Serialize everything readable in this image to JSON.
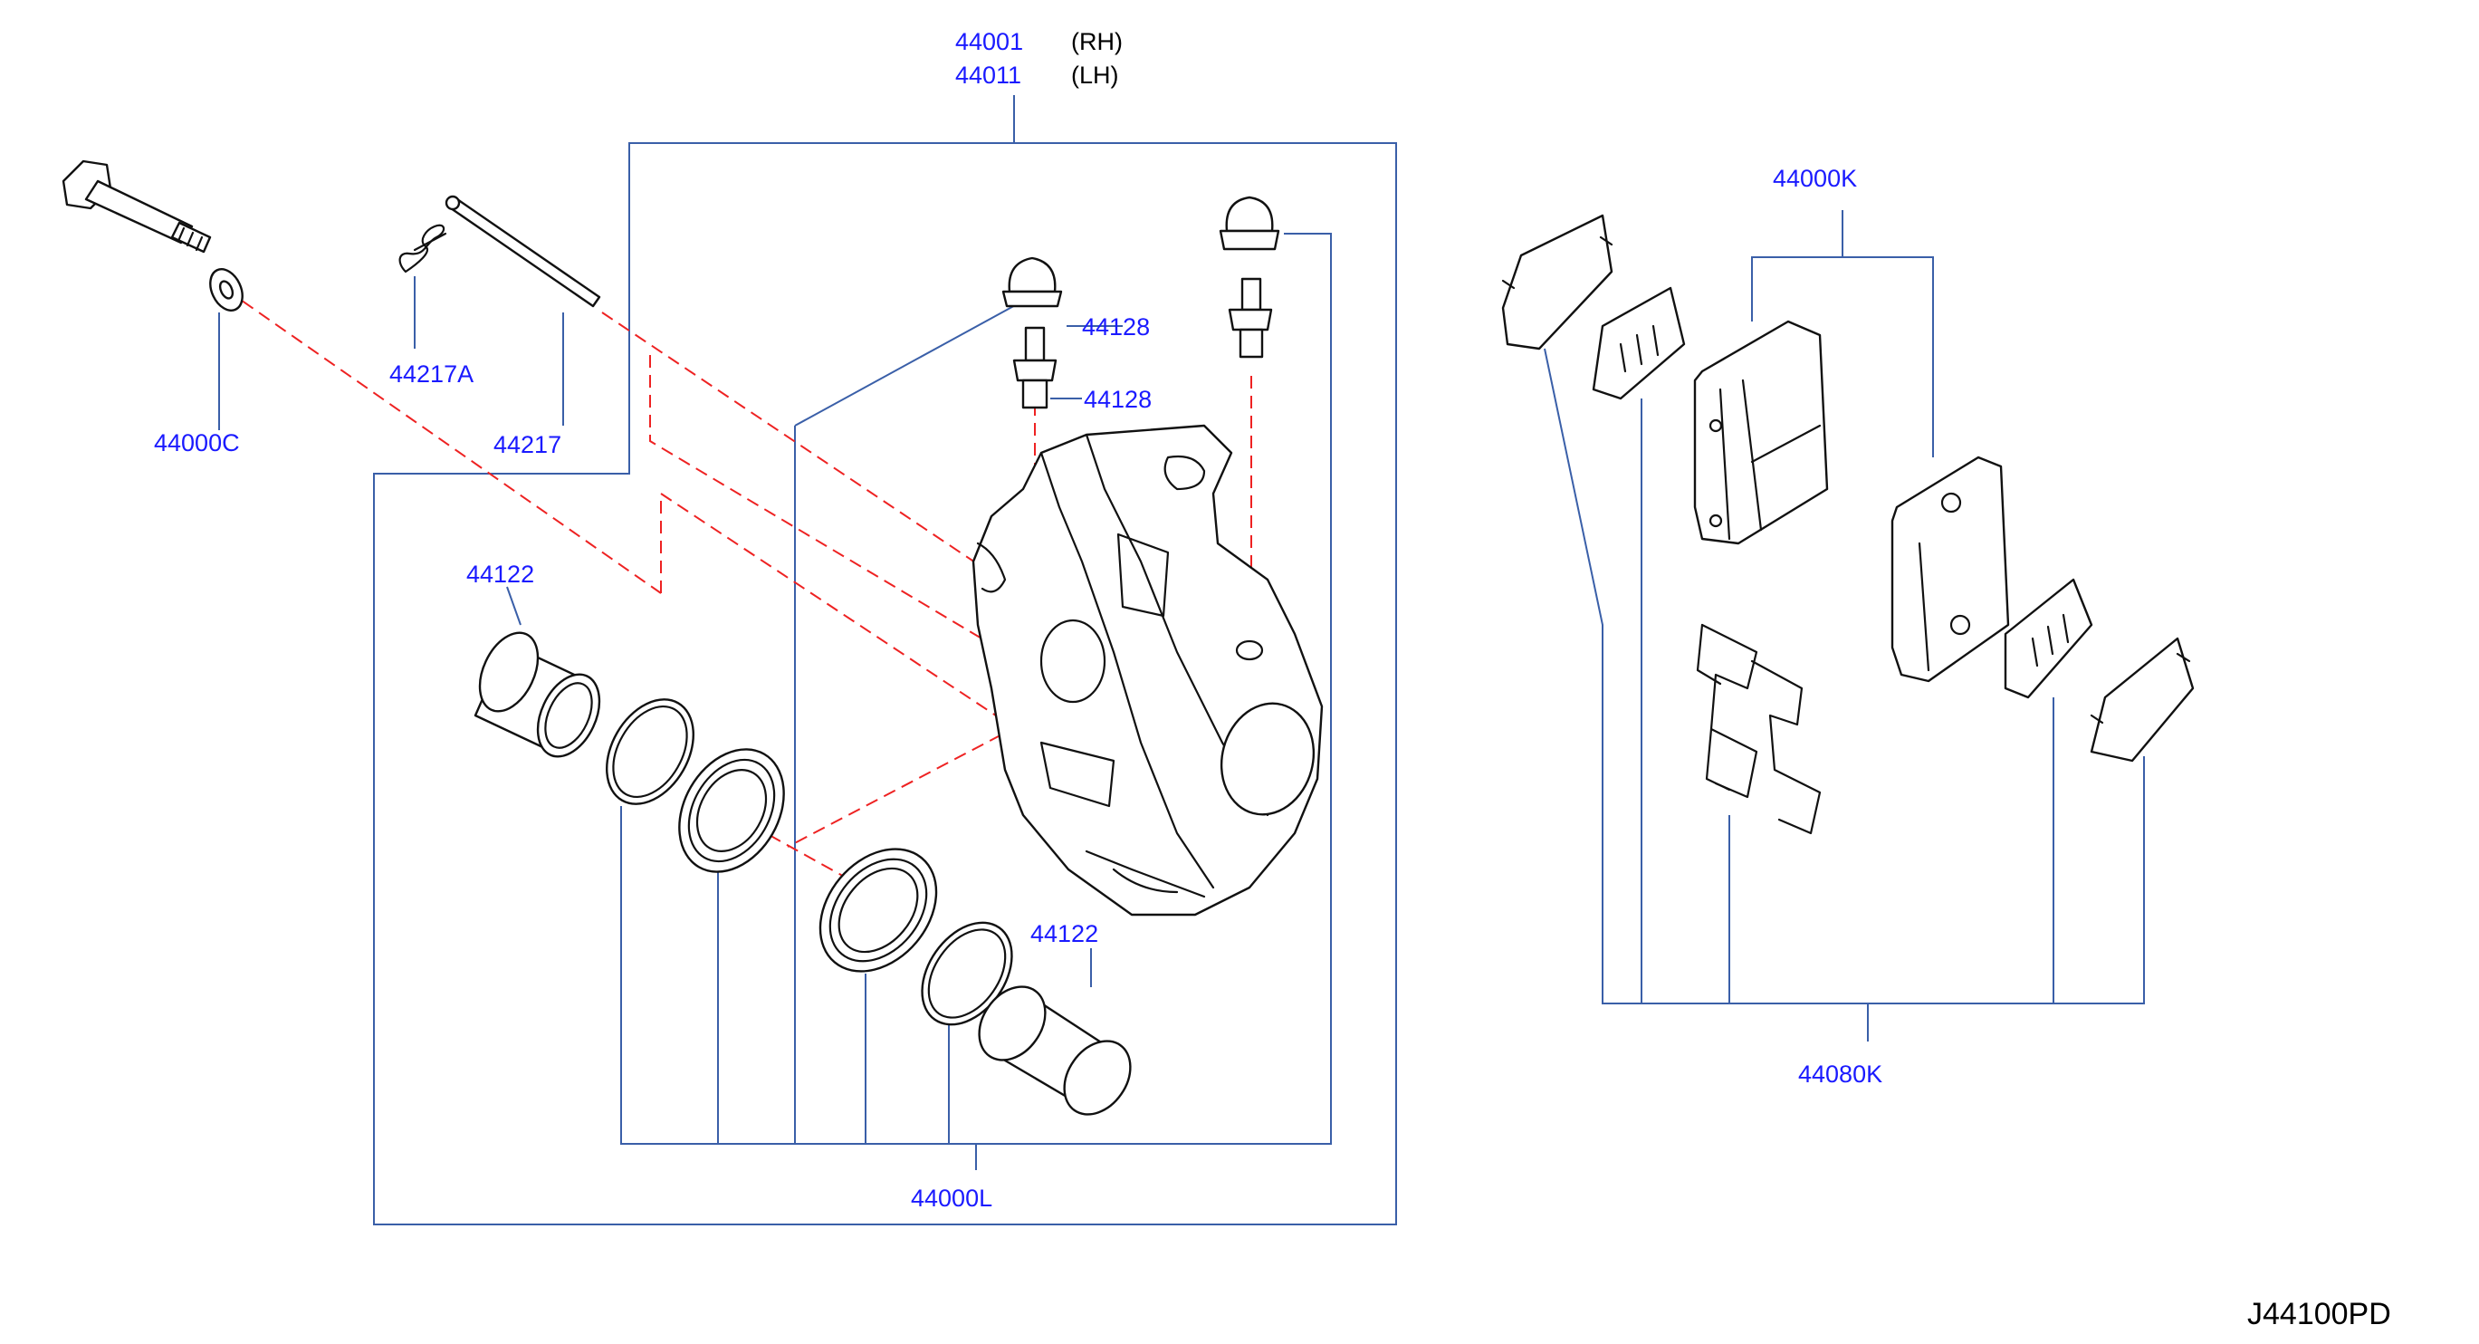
{
  "labels": {
    "p44001": "44001",
    "rh": "(RH)",
    "p44011": "44011",
    "lh": "(LH)",
    "p44000C": "44000C",
    "p44217A": "44217A",
    "p44217": "44217",
    "p44128a": "44128",
    "p44128b": "44128",
    "p44122a": "44122",
    "p44122b": "44122",
    "p44000L": "44000L",
    "p44000K": "44000K",
    "p44080K": "44080K"
  },
  "diagram_code": "J44100PD",
  "colors": {
    "part_number": "#1a1aff",
    "leader_line": "#3a5fa8",
    "alignment_dash": "#ee2222",
    "outline": "#111111"
  }
}
